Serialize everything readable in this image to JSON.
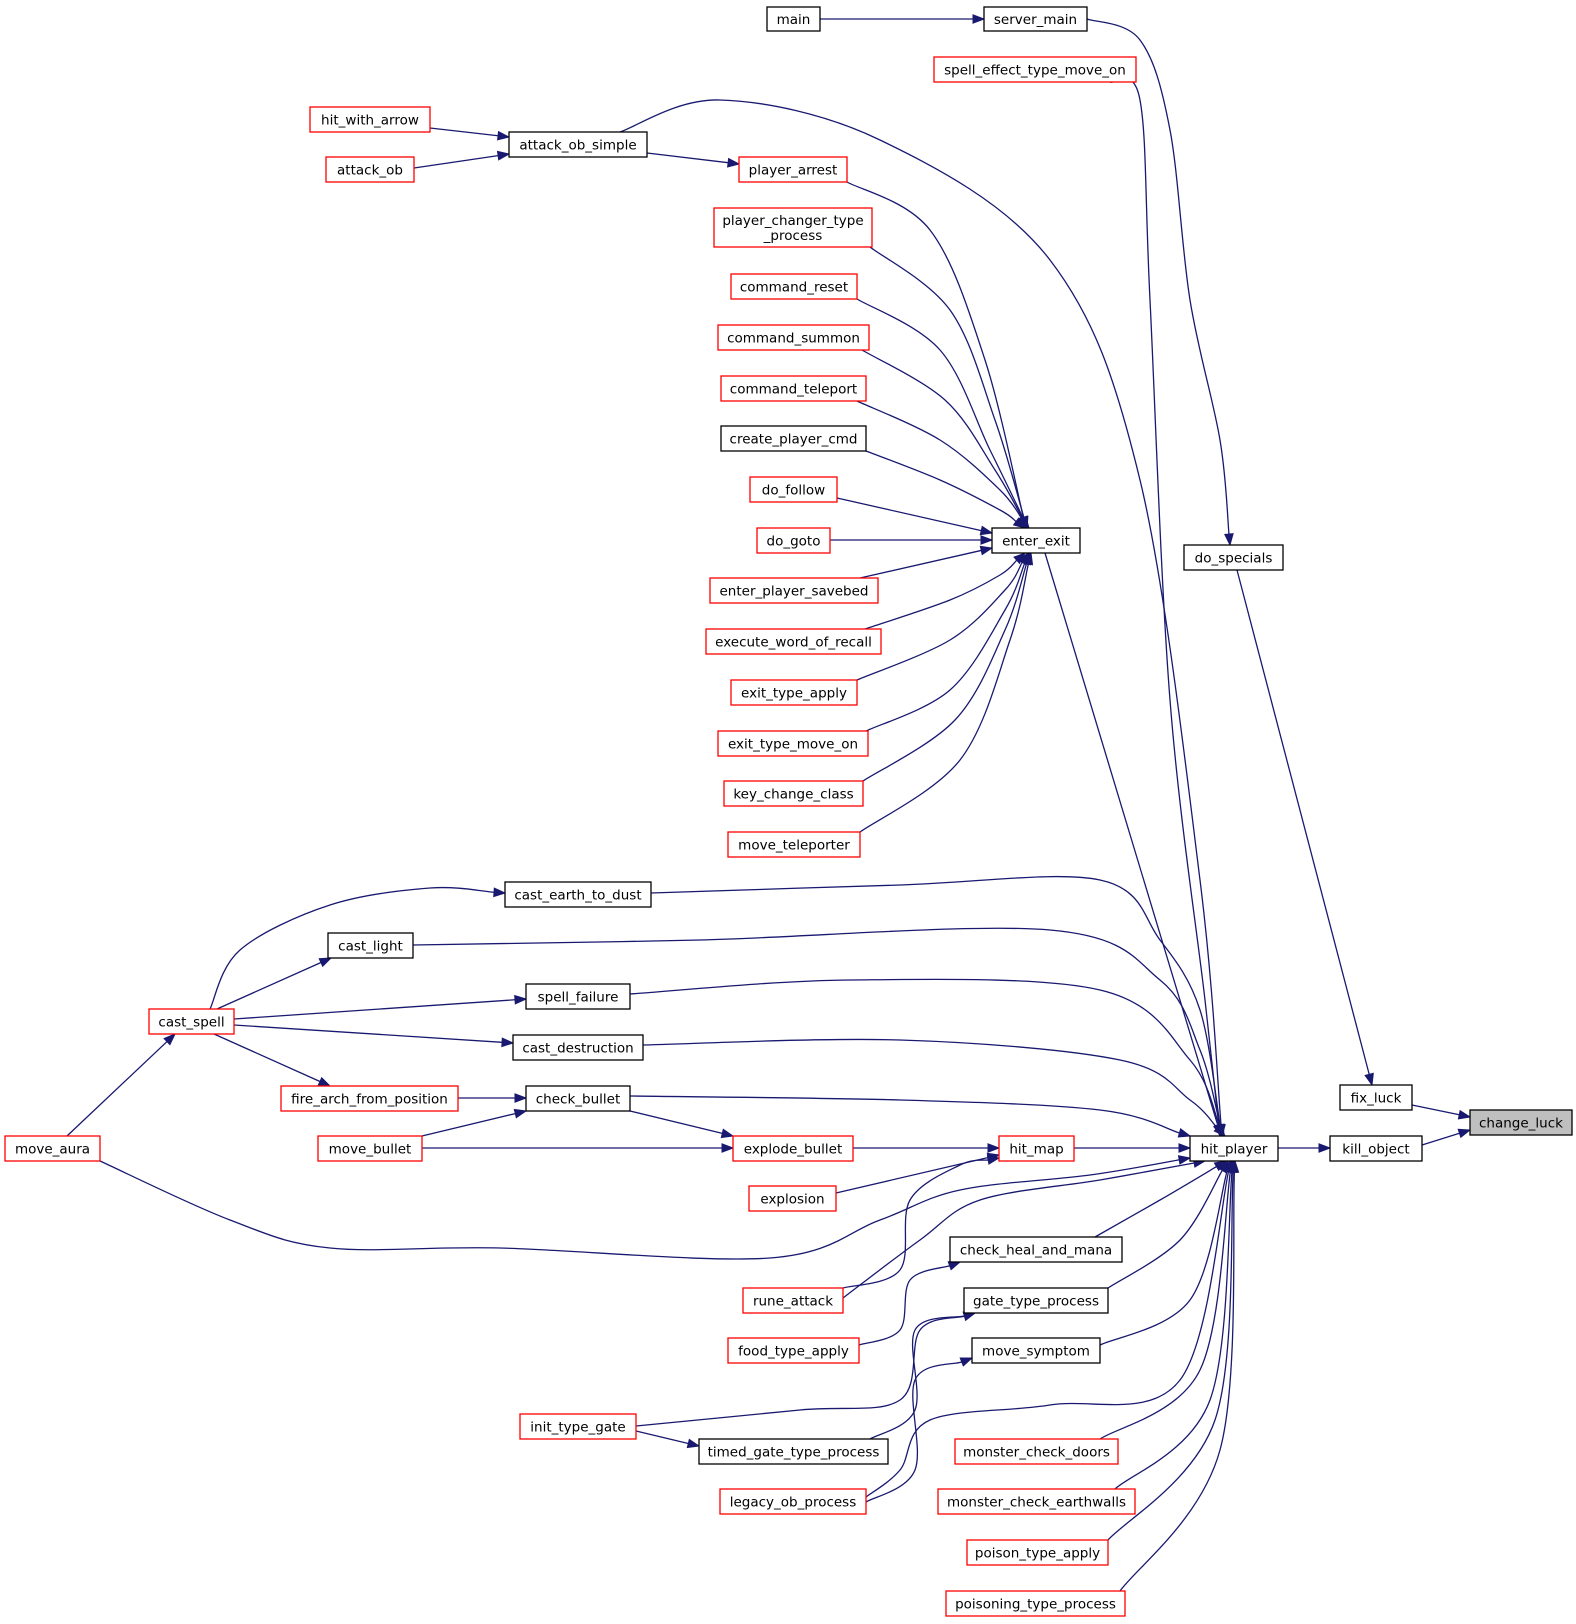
{
  "colors": {
    "edge": "#191970",
    "edge_head": "#191970",
    "node_border_normal": "#000000",
    "node_border_truncated": "#ff0000",
    "node_fill": "#ffffff",
    "node_fill_focus": "#bfbfbf"
  },
  "focus_node": "change_luck",
  "nodes": [
    {
      "id": "main",
      "label": "main",
      "style": "normal"
    },
    {
      "id": "server_main",
      "label": "server_main",
      "style": "normal"
    },
    {
      "id": "spell_effect_type_move_on",
      "label": "spell_effect_type_move_on",
      "style": "truncated"
    },
    {
      "id": "hit_with_arrow",
      "label": "hit_with_arrow",
      "style": "truncated"
    },
    {
      "id": "attack_ob",
      "label": "attack_ob",
      "style": "truncated"
    },
    {
      "id": "attack_ob_simple",
      "label": "attack_ob_simple",
      "style": "normal"
    },
    {
      "id": "player_arrest",
      "label": "player_arrest",
      "style": "truncated"
    },
    {
      "id": "player_changer_type_process",
      "label": "player_changer_type\n_process",
      "style": "truncated"
    },
    {
      "id": "command_reset",
      "label": "command_reset",
      "style": "truncated"
    },
    {
      "id": "command_summon",
      "label": "command_summon",
      "style": "truncated"
    },
    {
      "id": "command_teleport",
      "label": "command_teleport",
      "style": "truncated"
    },
    {
      "id": "create_player_cmd",
      "label": "create_player_cmd",
      "style": "normal"
    },
    {
      "id": "do_follow",
      "label": "do_follow",
      "style": "truncated"
    },
    {
      "id": "do_goto",
      "label": "do_goto",
      "style": "truncated"
    },
    {
      "id": "enter_player_savebed",
      "label": "enter_player_savebed",
      "style": "truncated"
    },
    {
      "id": "execute_word_of_recall",
      "label": "execute_word_of_recall",
      "style": "truncated"
    },
    {
      "id": "exit_type_apply",
      "label": "exit_type_apply",
      "style": "truncated"
    },
    {
      "id": "exit_type_move_on",
      "label": "exit_type_move_on",
      "style": "truncated"
    },
    {
      "id": "key_change_class",
      "label": "key_change_class",
      "style": "truncated"
    },
    {
      "id": "move_teleporter",
      "label": "move_teleporter",
      "style": "truncated"
    },
    {
      "id": "enter_exit",
      "label": "enter_exit",
      "style": "normal"
    },
    {
      "id": "do_specials",
      "label": "do_specials",
      "style": "normal"
    },
    {
      "id": "cast_earth_to_dust",
      "label": "cast_earth_to_dust",
      "style": "normal"
    },
    {
      "id": "cast_light",
      "label": "cast_light",
      "style": "normal"
    },
    {
      "id": "spell_failure",
      "label": "spell_failure",
      "style": "normal"
    },
    {
      "id": "cast_spell",
      "label": "cast_spell",
      "style": "truncated"
    },
    {
      "id": "cast_destruction",
      "label": "cast_destruction",
      "style": "normal"
    },
    {
      "id": "fire_arch_from_position",
      "label": "fire_arch_from_position",
      "style": "truncated"
    },
    {
      "id": "check_bullet",
      "label": "check_bullet",
      "style": "normal"
    },
    {
      "id": "move_aura",
      "label": "move_aura",
      "style": "truncated"
    },
    {
      "id": "move_bullet",
      "label": "move_bullet",
      "style": "truncated"
    },
    {
      "id": "explode_bullet",
      "label": "explode_bullet",
      "style": "truncated"
    },
    {
      "id": "hit_map",
      "label": "hit_map",
      "style": "truncated"
    },
    {
      "id": "explosion",
      "label": "explosion",
      "style": "truncated"
    },
    {
      "id": "hit_player",
      "label": "hit_player",
      "style": "normal"
    },
    {
      "id": "kill_object",
      "label": "kill_object",
      "style": "normal"
    },
    {
      "id": "fix_luck",
      "label": "fix_luck",
      "style": "normal"
    },
    {
      "id": "change_luck",
      "label": "change_luck",
      "style": "focus"
    },
    {
      "id": "check_heal_and_mana",
      "label": "check_heal_and_mana",
      "style": "normal"
    },
    {
      "id": "rune_attack",
      "label": "rune_attack",
      "style": "truncated"
    },
    {
      "id": "gate_type_process",
      "label": "gate_type_process",
      "style": "normal"
    },
    {
      "id": "food_type_apply",
      "label": "food_type_apply",
      "style": "truncated"
    },
    {
      "id": "move_symptom",
      "label": "move_symptom",
      "style": "normal"
    },
    {
      "id": "init_type_gate",
      "label": "init_type_gate",
      "style": "truncated"
    },
    {
      "id": "timed_gate_type_process",
      "label": "timed_gate_type_process",
      "style": "normal"
    },
    {
      "id": "monster_check_doors",
      "label": "monster_check_doors",
      "style": "truncated"
    },
    {
      "id": "legacy_ob_process",
      "label": "legacy_ob_process",
      "style": "truncated"
    },
    {
      "id": "monster_check_earthwalls",
      "label": "monster_check_earthwalls",
      "style": "truncated"
    },
    {
      "id": "poison_type_apply",
      "label": "poison_type_apply",
      "style": "truncated"
    },
    {
      "id": "poisoning_type_process",
      "label": "poisoning_type_process",
      "style": "truncated"
    }
  ],
  "edges": [
    {
      "from": "main",
      "to": "server_main"
    },
    {
      "from": "server_main",
      "to": "do_specials"
    },
    {
      "from": "spell_effect_type_move_on",
      "to": "hit_player"
    },
    {
      "from": "hit_with_arrow",
      "to": "attack_ob_simple"
    },
    {
      "from": "attack_ob",
      "to": "attack_ob_simple"
    },
    {
      "from": "attack_ob_simple",
      "to": "player_arrest"
    },
    {
      "from": "attack_ob_simple",
      "to": "hit_player"
    },
    {
      "from": "player_arrest",
      "to": "enter_exit"
    },
    {
      "from": "player_changer_type_process",
      "to": "enter_exit"
    },
    {
      "from": "command_reset",
      "to": "enter_exit"
    },
    {
      "from": "command_summon",
      "to": "enter_exit"
    },
    {
      "from": "command_teleport",
      "to": "enter_exit"
    },
    {
      "from": "create_player_cmd",
      "to": "enter_exit"
    },
    {
      "from": "do_follow",
      "to": "enter_exit"
    },
    {
      "from": "do_goto",
      "to": "enter_exit"
    },
    {
      "from": "enter_player_savebed",
      "to": "enter_exit"
    },
    {
      "from": "execute_word_of_recall",
      "to": "enter_exit"
    },
    {
      "from": "exit_type_apply",
      "to": "enter_exit"
    },
    {
      "from": "exit_type_move_on",
      "to": "enter_exit"
    },
    {
      "from": "key_change_class",
      "to": "enter_exit"
    },
    {
      "from": "move_teleporter",
      "to": "enter_exit"
    },
    {
      "from": "enter_exit",
      "to": "hit_player"
    },
    {
      "from": "do_specials",
      "to": "fix_luck"
    },
    {
      "from": "cast_earth_to_dust",
      "to": "hit_player"
    },
    {
      "from": "cast_spell",
      "to": "cast_earth_to_dust"
    },
    {
      "from": "cast_light",
      "to": "hit_player"
    },
    {
      "from": "cast_spell",
      "to": "cast_light"
    },
    {
      "from": "spell_failure",
      "to": "hit_player"
    },
    {
      "from": "cast_spell",
      "to": "spell_failure"
    },
    {
      "from": "cast_destruction",
      "to": "hit_player"
    },
    {
      "from": "cast_spell",
      "to": "cast_destruction"
    },
    {
      "from": "cast_spell",
      "to": "fire_arch_from_position"
    },
    {
      "from": "move_aura",
      "to": "cast_spell"
    },
    {
      "from": "fire_arch_from_position",
      "to": "check_bullet"
    },
    {
      "from": "move_bullet",
      "to": "check_bullet"
    },
    {
      "from": "check_bullet",
      "to": "hit_player"
    },
    {
      "from": "check_bullet",
      "to": "explode_bullet"
    },
    {
      "from": "move_bullet",
      "to": "explode_bullet"
    },
    {
      "from": "explode_bullet",
      "to": "hit_map"
    },
    {
      "from": "explosion",
      "to": "hit_map"
    },
    {
      "from": "rune_attack",
      "to": "hit_map"
    },
    {
      "from": "hit_map",
      "to": "hit_player"
    },
    {
      "from": "move_aura",
      "to": "hit_player"
    },
    {
      "from": "rune_attack",
      "to": "hit_player"
    },
    {
      "from": "hit_player",
      "to": "kill_object"
    },
    {
      "from": "kill_object",
      "to": "change_luck"
    },
    {
      "from": "fix_luck",
      "to": "change_luck"
    },
    {
      "from": "check_heal_and_mana",
      "to": "hit_player"
    },
    {
      "from": "food_type_apply",
      "to": "check_heal_and_mana"
    },
    {
      "from": "gate_type_process",
      "to": "hit_player"
    },
    {
      "from": "init_type_gate",
      "to": "gate_type_process"
    },
    {
      "from": "init_type_gate",
      "to": "timed_gate_type_process"
    },
    {
      "from": "timed_gate_type_process",
      "to": "gate_type_process"
    },
    {
      "from": "move_symptom",
      "to": "hit_player"
    },
    {
      "from": "legacy_ob_process",
      "to": "move_symptom"
    },
    {
      "from": "legacy_ob_process",
      "to": "hit_player"
    },
    {
      "from": "monster_check_doors",
      "to": "hit_player"
    },
    {
      "from": "monster_check_earthwalls",
      "to": "hit_player"
    },
    {
      "from": "poison_type_apply",
      "to": "hit_player"
    },
    {
      "from": "poisoning_type_process",
      "to": "hit_player"
    }
  ]
}
